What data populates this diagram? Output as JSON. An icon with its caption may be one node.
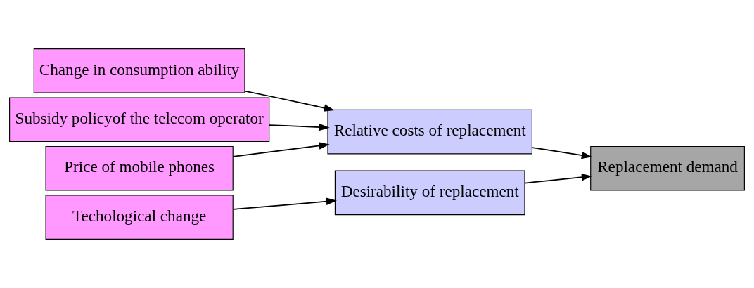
{
  "diagram": {
    "nodes": [
      {
        "text": [
          "Change in consumption ability"
        ]
      },
      {
        "text": [
          "Subsidy policyof the telecom operator"
        ]
      },
      {
        "text": [
          "Price of mobile phones"
        ]
      },
      {
        "text": [
          "Techological change"
        ]
      },
      {
        "text": [
          "Relative costs of replacement"
        ]
      },
      {
        "text": [
          "Desirability of replacement"
        ]
      },
      {
        "text": [
          "Replacement demand"
        ]
      }
    ],
    "edges": [
      {
        "from": 0,
        "to": 4,
        "arrow": "to"
      },
      {
        "from": 1,
        "to": 4,
        "arrow": "to"
      },
      {
        "from": 2,
        "to": 4,
        "arrow": "to"
      },
      {
        "from": 3,
        "to": 5,
        "arrow": "to"
      },
      {
        "from": 4,
        "to": 6,
        "arrow": "to"
      },
      {
        "from": 5,
        "to": 6,
        "arrow": "to"
      }
    ]
  }
}
